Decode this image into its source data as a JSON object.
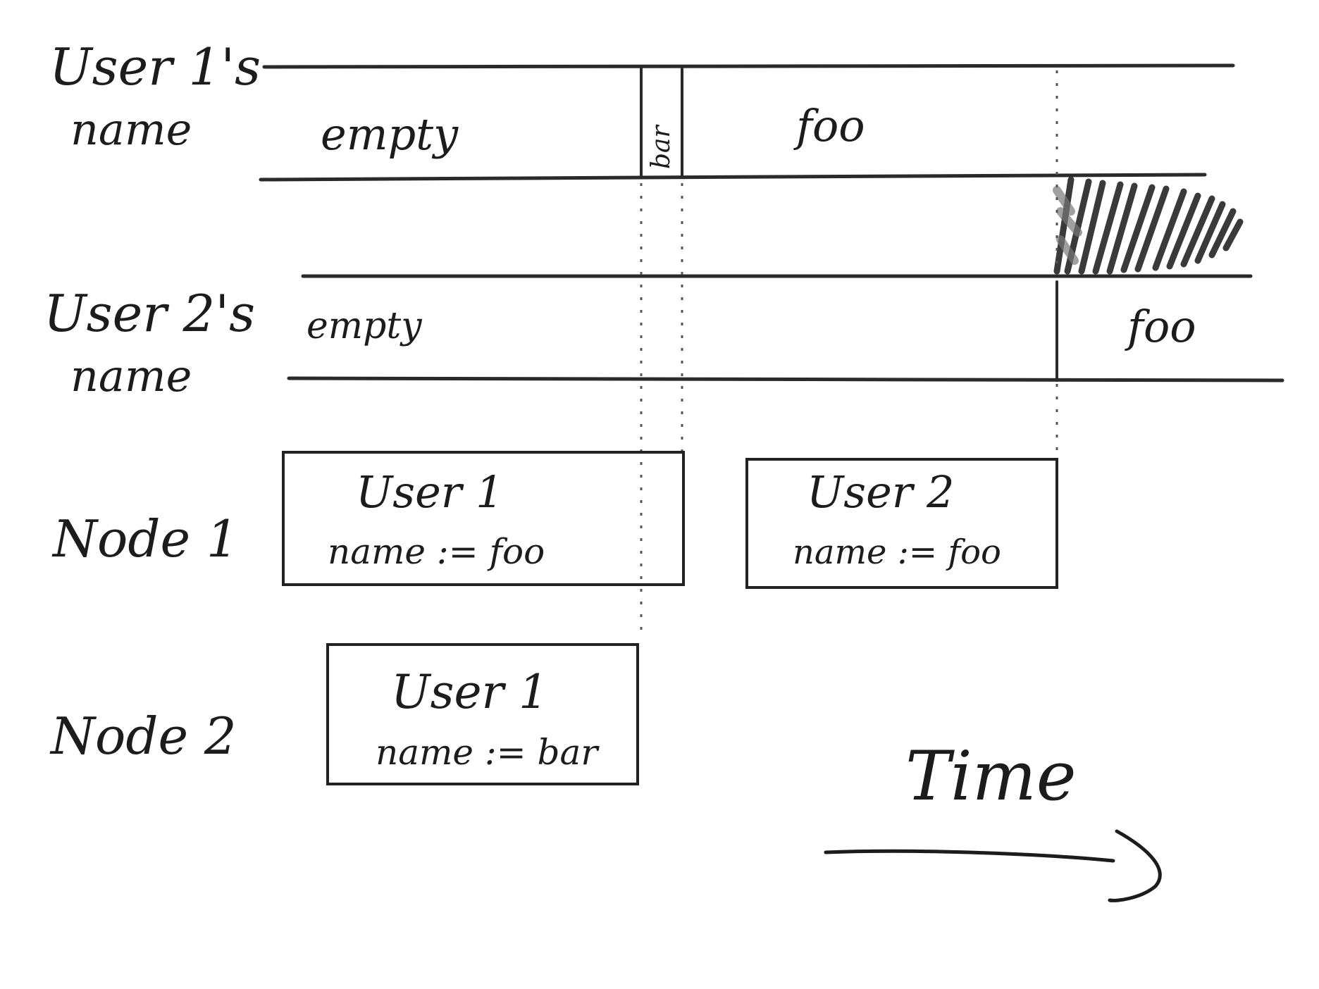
{
  "row_labels": {
    "user1_line1": "User 1's",
    "user1_line2": "name",
    "user2_line1": "User 2's",
    "user2_line2": "name",
    "node1": "Node 1",
    "node2": "Node 2"
  },
  "timeline_user1": {
    "empty": "empty",
    "bar": "bar",
    "foo": "foo"
  },
  "timeline_user2": {
    "empty": "empty",
    "foo": "foo"
  },
  "node1_boxes": [
    {
      "title": "User 1",
      "action": "name := foo"
    },
    {
      "title": "User 2",
      "action": "name := foo"
    }
  ],
  "node2_boxes": [
    {
      "title": "User 1",
      "action": "name := bar"
    }
  ],
  "time_label": "Time",
  "colors": {
    "ink": "#1c1c1c",
    "scribble": "#3a3a3a"
  },
  "icons": {
    "arrow": "right-arrow-icon",
    "conflict": "scribble-hatch-icon"
  }
}
